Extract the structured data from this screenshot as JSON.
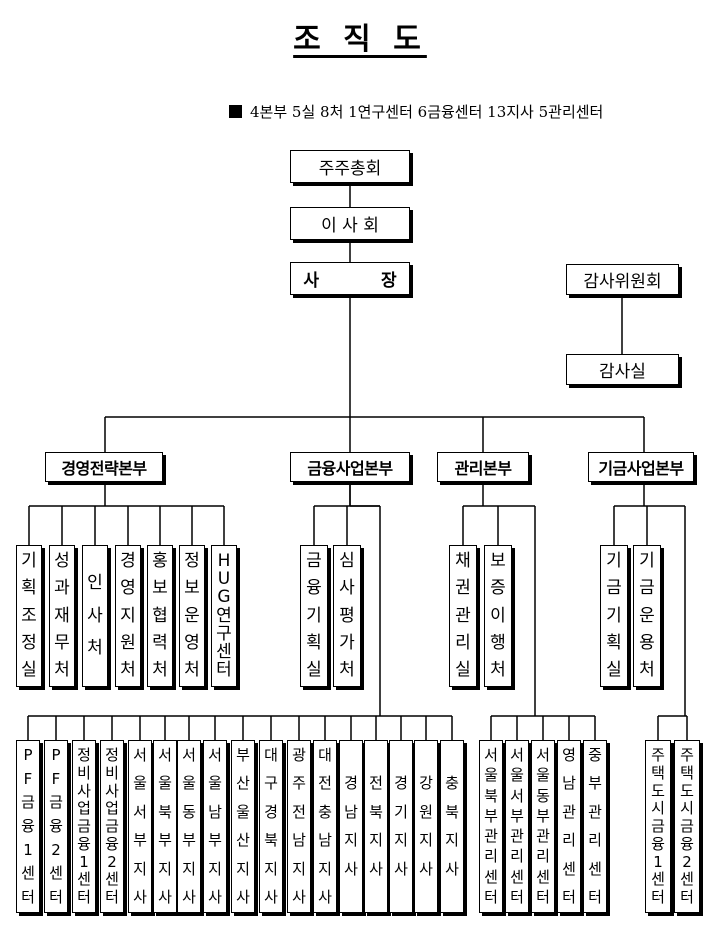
{
  "title": "조 직 도",
  "summary": "4본부 5실 8처 1연구센터 6금융센터 13지사 5관리센터",
  "nodes": {
    "shareholders": "주주총회",
    "board": "이 사 회",
    "ceo": "사 장",
    "audit_committee": "감사위원회",
    "audit_office": "감사실"
  },
  "divisions": [
    {
      "name": "경영전략본부",
      "departments": [
        "기획조정실",
        "성과재무처",
        "인사처",
        "경영지원처",
        "홍보협력처",
        "정보운영처",
        "HUG연구센터"
      ]
    },
    {
      "name": "금융사업본부",
      "departments": [
        "금융기획실",
        "심사평가처"
      ],
      "branches": [
        "PF금융1센터",
        "PF금융2센터",
        "정비사업금융1센터",
        "정비사업금융2센터",
        "서울서부지사",
        "서울북부지사",
        "서울동부지사",
        "서울남부지사",
        "부산울산지사",
        "대구경북지사",
        "광주전남지사",
        "대전충남지사",
        "경남지사",
        "전북지사",
        "경기지사",
        "강원지사",
        "충북지사"
      ]
    },
    {
      "name": "관리본부",
      "departments": [
        "채권관리실",
        "보증이행처"
      ],
      "branches": [
        "서울북부관리센터",
        "서울서부관리센터",
        "서울동부관리센터",
        "영남관리센터",
        "중부관리센터"
      ]
    },
    {
      "name": "기금사업본부",
      "departments": [
        "기금기획실",
        "기금운용처"
      ],
      "branches": [
        "주택도시금융1센터",
        "주택도시금융2센터"
      ]
    }
  ]
}
